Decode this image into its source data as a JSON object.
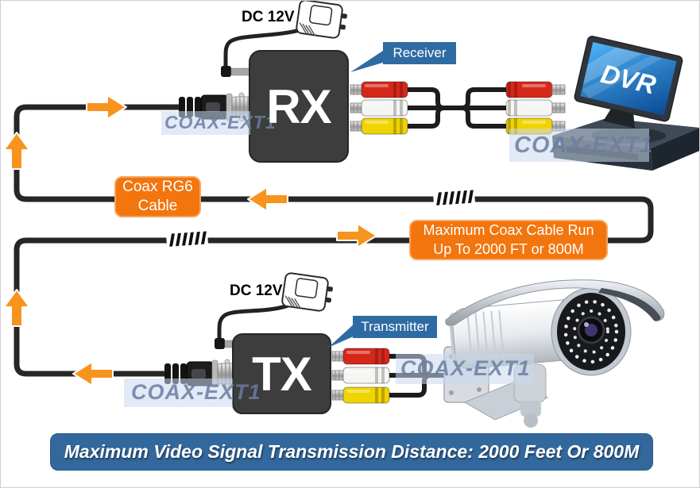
{
  "diagram": {
    "watermark_text": "COAX-EXT1",
    "receiver": {
      "power_label": "DC 12V",
      "unit_label": "RX",
      "callout": "Receiver"
    },
    "transmitter": {
      "power_label": "DC 12V",
      "unit_label": "TX",
      "callout": "Transmitter"
    },
    "dvr": {
      "label": "DVR"
    },
    "labels": {
      "coax_cable_line1": "Coax RG6",
      "coax_cable_line2": "Cable",
      "max_run_line1": "Maximum Coax Cable Run",
      "max_run_line2": "Up To 2000 FT or 800M"
    },
    "footer": "Maximum Video Signal Transmission Distance: 2000 Feet Or 800M",
    "colors": {
      "label_orange": "#F2750E",
      "arrow_orange": "#F7941E",
      "callout_blue": "#2F6BA3",
      "footer_blue": "#33689C",
      "cable_black": "#262626",
      "rca_red": "#D6281A",
      "rca_white": "#F5F5F3",
      "rca_yellow": "#F0D400"
    }
  }
}
